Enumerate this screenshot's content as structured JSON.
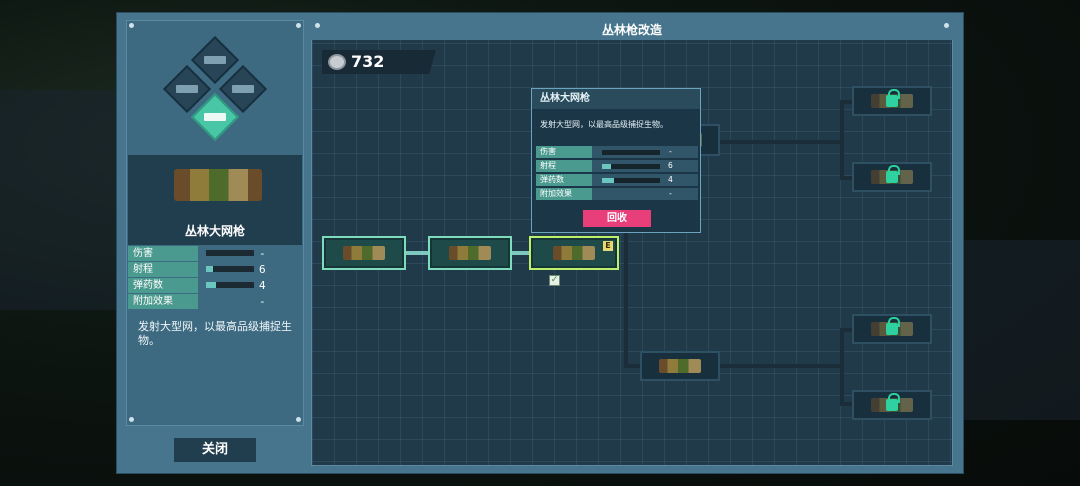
{
  "left_panel": {
    "weapon_name": "丛林大网枪",
    "stats": [
      {
        "label": "伤害",
        "value": "-",
        "fill": 0
      },
      {
        "label": "射程",
        "value": "6",
        "fill": 0.15
      },
      {
        "label": "弹药数",
        "value": "4",
        "fill": 0.2
      },
      {
        "label": "附加效果",
        "value": "-",
        "fill": null
      }
    ],
    "description": "发射大型网，以最高品级捕捉生物。",
    "close_label": "关闭"
  },
  "right_panel": {
    "title": "丛林枪改造",
    "currency_value": "732"
  },
  "tooltip": {
    "title": "丛林大网枪",
    "description": "发射大型网，以最高品级捕捉生物。",
    "stats": [
      {
        "label": "伤害",
        "value": "-",
        "fill": 0
      },
      {
        "label": "射程",
        "value": "6",
        "fill": 0.15
      },
      {
        "label": "弹药数",
        "value": "4",
        "fill": 0.2
      },
      {
        "label": "附加效果",
        "value": "-",
        "fill": null
      }
    ],
    "recycle_label": "回收"
  },
  "upgrade_tree": {
    "equipped_badge": "E",
    "nodes": [
      {
        "id": "node-1",
        "state": "unlocked"
      },
      {
        "id": "node-2",
        "state": "unlocked"
      },
      {
        "id": "node-3",
        "state": "selected"
      },
      {
        "id": "node-4",
        "state": "available"
      },
      {
        "id": "node-5",
        "state": "available"
      },
      {
        "id": "node-6",
        "state": "locked"
      },
      {
        "id": "node-7",
        "state": "locked"
      },
      {
        "id": "node-8",
        "state": "locked"
      },
      {
        "id": "node-9",
        "state": "locked"
      }
    ]
  },
  "colors": {
    "accent_teal": "#48c6a6",
    "selected_outline": "#bcef6c",
    "recycle_pink": "#e83f7a",
    "frame_blue": "#47758d"
  },
  "icons": [
    "coin-icon",
    "lock-icon",
    "equipped-check-icon",
    "weapon-slot-icon"
  ]
}
